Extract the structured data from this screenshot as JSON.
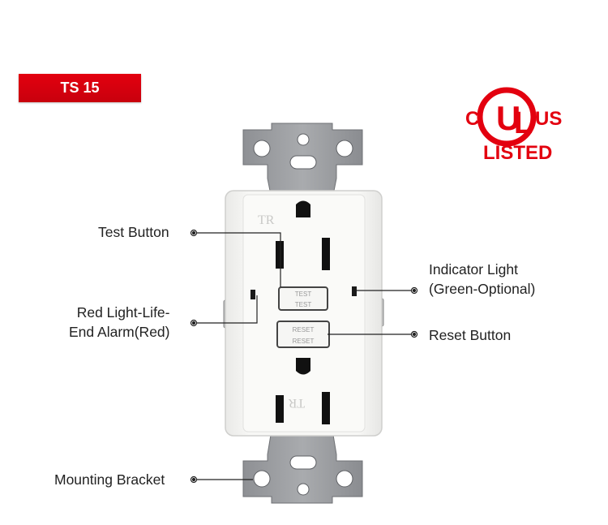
{
  "model": "TS 15",
  "certification": {
    "left_letter": "C",
    "right_letters": "US",
    "mark": "UL",
    "status": "LISTED",
    "color": "#e3000f"
  },
  "callouts": {
    "test_button": "Test Button",
    "indicator_light_line1": "Indicator Light",
    "indicator_light_line2": "(Green-Optional)",
    "red_light_line1": "Red Light-Life-",
    "red_light_line2": "End Alarm(Red)",
    "reset_button": "Reset Button",
    "mounting_bracket": "Mounting Bracket"
  },
  "receptacle": {
    "top_face_mark": "TR",
    "bottom_face_mark": "TR",
    "test_label": "TEST",
    "reset_label": "RESET"
  },
  "colors": {
    "badge_red": "#e3000f",
    "bracket_gray": "#9a9c9f",
    "receptacle_white": "#f4f4f2",
    "indicator_green": "#2a2a2a",
    "alarm_red": "#2a2a2a"
  }
}
